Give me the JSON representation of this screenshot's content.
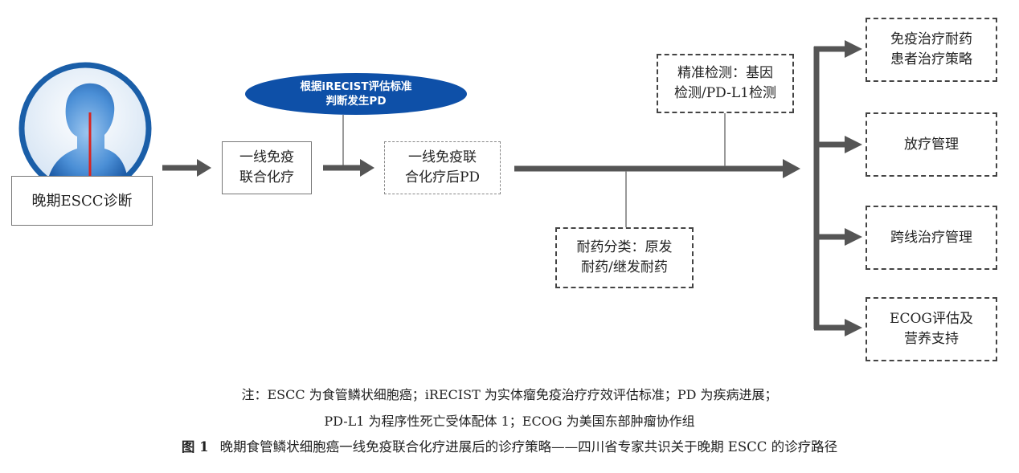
{
  "diagram": {
    "nodes": {
      "diagnosis": "晚期ESCC诊断",
      "first_line": "一线免疫\n联合化疗",
      "irecist": "根据iRECIST评估标准\n判断发生PD",
      "post_pd": "一线免疫联\n合化疗后PD",
      "precision": "精准检测：基因\n检测/PD-L1检测",
      "resistance": "耐药分类：原发\n耐药/继发耐药",
      "out1": "免疫治疗耐药\n患者治疗策略",
      "out2": "放疗管理",
      "out3": "跨线治疗管理",
      "out4": "ECOG评估及\n营养支持"
    },
    "colors": {
      "arrow": "#555555",
      "ellipse": "#0e50a8",
      "circle": "#1a5ea8"
    },
    "icons": [
      "human-head-silhouette-icon"
    ]
  },
  "caption": {
    "note_line1": "注：ESCC 为食管鳞状细胞癌；iRECIST 为实体瘤免疫治疗疗效评估标准；PD 为疾病进展；",
    "note_line2": "PD-L1 为程序性死亡受体配体 1；ECOG 为美国东部肿瘤协作组",
    "figure_label": "图 1",
    "figure_title": "晚期食管鳞状细胞癌一线免疫联合化疗进展后的诊疗策略——四川省专家共识关于晚期 ESCC 的诊疗路径"
  }
}
